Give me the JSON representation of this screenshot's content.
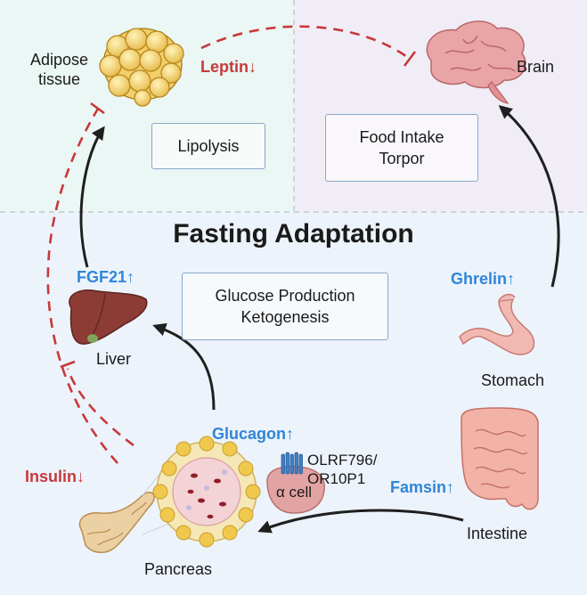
{
  "title": "Fasting Adaptation",
  "organs": {
    "adipose": [
      "Adipose",
      "tissue"
    ],
    "brain": "Brain",
    "liver": "Liver",
    "stomach": "Stomach",
    "intestine": "Intestine",
    "pancreas": "Pancreas",
    "alpha_cell": "α cell",
    "receptor": [
      "OLRF796/",
      "OR10P1"
    ]
  },
  "processes": {
    "lipolysis": "Lipolysis",
    "food_intake": [
      "Food Intake",
      "Torpor"
    ],
    "glucose": [
      "Glucose Production",
      "Ketogenesis"
    ]
  },
  "hormones": {
    "leptin": "Leptin↓",
    "fgf21": "FGF21↑",
    "ghrelin": "Ghrelin↑",
    "glucagon": "Glucagon↑",
    "insulin": "Insulin↓",
    "famsin": "Famsin↑"
  },
  "colors": {
    "adipose_panel": "#eaf7f4",
    "brain_panel": "#f1edf7",
    "bottom_panel": "#edf3fb",
    "inhibit": "#c8383a",
    "increase": "#2f86d8",
    "arrow": "#1f1f1f",
    "box_border": "#8aa6c8"
  },
  "icons": [
    "adipose-cells-icon",
    "brain-icon",
    "liver-icon",
    "stomach-icon",
    "intestine-icon",
    "pancreas-icon",
    "islet-icon",
    "alpha-cell-icon",
    "receptor-icon"
  ]
}
